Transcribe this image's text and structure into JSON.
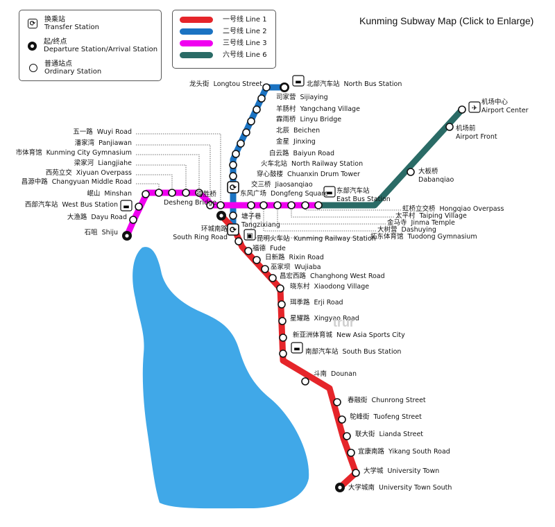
{
  "title": "Kunming Subway Map (Click to Enlarge)",
  "watermark": "trur",
  "legend_symbols": [
    {
      "zh": "换乘站",
      "en": "Transfer Station",
      "symbol": "transfer",
      "icon": "transfer-icon"
    },
    {
      "zh": "起/终点",
      "en": "Departure Station/Arrival Station",
      "symbol": "terminal",
      "icon": "terminal-station-icon"
    },
    {
      "zh": "普通站点",
      "en": "Ordinary Station",
      "symbol": "ordinary",
      "icon": "ordinary-station-icon"
    }
  ],
  "legend_lines": [
    {
      "label": "一号线 Line 1",
      "color": "#e5252a"
    },
    {
      "label": "二号线 Line 2",
      "color": "#1b73c2"
    },
    {
      "label": "三号线 Line 3",
      "color": "#f000f0"
    },
    {
      "label": "六号线 Line 6",
      "color": "#2a6b66"
    }
  ],
  "colors": {
    "line1": "#e5252a",
    "line2": "#1b73c2",
    "line3": "#f000f0",
    "line6": "#2a6b66",
    "lake": "#40a8e8"
  },
  "stations": [
    {
      "id": "longtou",
      "zh": "龙头街",
      "en": "Longtou Street",
      "type": "terminal"
    },
    {
      "id": "northbus",
      "zh": "北部汽车站",
      "en": "North Bus Station",
      "type": "bus"
    },
    {
      "id": "sijiaying",
      "zh": "司家营",
      "en": "Sijiaying",
      "type": "ordinary"
    },
    {
      "id": "yangchang",
      "zh": "羊肠村",
      "en": "Yangchang Village",
      "type": "ordinary"
    },
    {
      "id": "linyu",
      "zh": "霖雨桥",
      "en": "Linyu Bridge",
      "type": "ordinary"
    },
    {
      "id": "beichen",
      "zh": "北辰",
      "en": "Beichen",
      "type": "ordinary"
    },
    {
      "id": "jinxing",
      "zh": "金星",
      "en": "Jinxing",
      "type": "ordinary"
    },
    {
      "id": "baiyun",
      "zh": "白云路",
      "en": "Baiyun Road",
      "type": "ordinary"
    },
    {
      "id": "northrail",
      "zh": "火车北站",
      "en": "North Railway Station",
      "type": "ordinary"
    },
    {
      "id": "chuanxin",
      "zh": "穿心鼓楼",
      "en": "Chuanxin Drum Tower",
      "type": "ordinary"
    },
    {
      "id": "jiaosanqiao",
      "zh": "交三桥",
      "en": "Jiaosanqiao",
      "type": "ordinary"
    },
    {
      "id": "dongfeng",
      "zh": "东风广场",
      "en": "Dongfeng Square",
      "type": "transfer"
    },
    {
      "id": "tangzixiang",
      "zh": "塘子巷",
      "en": "Tangzixiang",
      "type": "ordinary"
    },
    {
      "id": "southring",
      "zh": "环城南路",
      "en": "South Ring Road",
      "type": "transfer"
    },
    {
      "id": "deshengbridge",
      "zh": "得胜桥",
      "en": "Desheng Bridge",
      "type": "terminal"
    },
    {
      "id": "kmrail",
      "zh": "昆明火车站",
      "en": "Kunming Railway Station",
      "type": "rail"
    },
    {
      "id": "fude",
      "zh": "福德",
      "en": "Fude",
      "type": "ordinary"
    },
    {
      "id": "rixin",
      "zh": "日新路",
      "en": "Rixin Road",
      "type": "ordinary"
    },
    {
      "id": "wujiaba",
      "zh": "巫家坝",
      "en": "Wujiaba",
      "type": "ordinary"
    },
    {
      "id": "changhong",
      "zh": "昌宏西路",
      "en": "Changhong West Road",
      "type": "ordinary"
    },
    {
      "id": "xiaodong",
      "zh": "晓东村",
      "en": "Xiaodong Village",
      "type": "ordinary"
    },
    {
      "id": "erji",
      "zh": "珥季路",
      "en": "Erji Road",
      "type": "ordinary"
    },
    {
      "id": "xingyao",
      "zh": "星耀路",
      "en": "Xingyao Road",
      "type": "ordinary"
    },
    {
      "id": "newasia",
      "zh": "新亚洲体育城",
      "en": "New Asia Sports City",
      "type": "ordinary"
    },
    {
      "id": "southbus",
      "zh": "南部汽车站",
      "en": "South Bus Station",
      "type": "bus"
    },
    {
      "id": "dounan",
      "zh": "斗南",
      "en": "Dounan",
      "type": "ordinary"
    },
    {
      "id": "chunrong",
      "zh": "春融街",
      "en": "Chunrong Street",
      "type": "ordinary"
    },
    {
      "id": "tuofeng",
      "zh": "鸵峰街",
      "en": "Tuofeng Street",
      "type": "ordinary"
    },
    {
      "id": "lianda",
      "zh": "联大街",
      "en": "Lianda Street",
      "type": "ordinary"
    },
    {
      "id": "yikang",
      "zh": "宜康南路",
      "en": "Yikang South Road",
      "type": "ordinary"
    },
    {
      "id": "univtown",
      "zh": "大学城",
      "en": "University Town",
      "type": "ordinary"
    },
    {
      "id": "univsouth",
      "zh": "大学城南",
      "en": "University Town South",
      "type": "terminal"
    },
    {
      "id": "wuyi",
      "zh": "五一路",
      "en": "Wuyi Road",
      "type": "ordinary"
    },
    {
      "id": "panjiawan",
      "zh": "潘家湾",
      "en": "Panjiawan",
      "type": "ordinary"
    },
    {
      "id": "gymnasium",
      "zh": "市体育馆",
      "en": "Kunming City Gymnasium",
      "type": "ordinary"
    },
    {
      "id": "liangjiahe",
      "zh": "梁家河",
      "en": "Liangjiahe",
      "type": "ordinary"
    },
    {
      "id": "xiyuan",
      "zh": "西苑立交",
      "en": "Xiyuan Overpass",
      "type": "ordinary"
    },
    {
      "id": "changyuan",
      "zh": "昌源中路",
      "en": "Changyuan Middle Road",
      "type": "ordinary"
    },
    {
      "id": "minshan",
      "zh": "岷山",
      "en": "Minshan",
      "type": "ordinary"
    },
    {
      "id": "westbus",
      "zh": "西部汽车站",
      "en": "West Bus Station",
      "type": "bus"
    },
    {
      "id": "dayu",
      "zh": "大渔路",
      "en": "Dayu Road",
      "type": "ordinary"
    },
    {
      "id": "shiju",
      "zh": "石咀",
      "en": "Shiju",
      "type": "terminal"
    },
    {
      "id": "eastbus",
      "zh": "东部汽车站",
      "en": "East Bus Station",
      "type": "bus"
    },
    {
      "id": "hongqiao",
      "zh": "虹桥立交桥",
      "en": "Hongqiao Overpass",
      "type": "ordinary"
    },
    {
      "id": "taiping",
      "zh": "太平村",
      "en": "Taiping Village",
      "type": "ordinary"
    },
    {
      "id": "jinma",
      "zh": "金马寺",
      "en": "Jinma Temple",
      "type": "ordinary"
    },
    {
      "id": "dashuying",
      "zh": "大树营",
      "en": "Dashuying",
      "type": "ordinary"
    },
    {
      "id": "tuodong",
      "zh": "拓东体育馆",
      "en": "Tuodong Gymnasium",
      "type": "ordinary"
    },
    {
      "id": "dabanqiao",
      "zh": "大板桥",
      "en": "Dabanqiao",
      "type": "ordinary"
    },
    {
      "id": "airportfront",
      "zh": "机场前",
      "en": "Airport Front",
      "type": "ordinary"
    },
    {
      "id": "airport",
      "zh": "机场中心",
      "en": "Airport Center",
      "type": "airport"
    }
  ]
}
